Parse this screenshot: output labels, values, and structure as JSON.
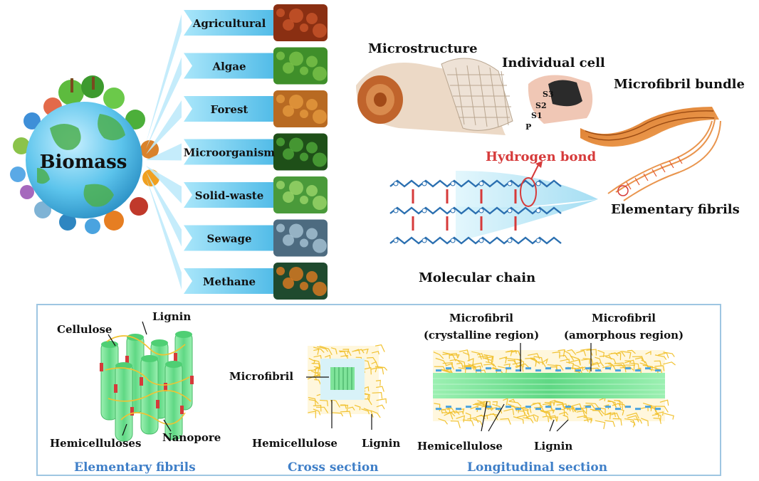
{
  "biomass": {
    "center_label": "Biomass",
    "sources": [
      "Agricultural",
      "Algae",
      "Forest",
      "Microorganism",
      "Solid-waste",
      "Sewage",
      "Methane"
    ]
  },
  "structure": {
    "microstructure": "Microstructure",
    "individual_cell": "Individual cell",
    "microfibril_bundle": "Microfibril bundle",
    "hydrogen_bond": "Hydrogen bond",
    "elementary_fibrils": "Elementary fibrils",
    "molecular_chain": "Molecular chain",
    "layer_s3": "S3",
    "layer_s2": "S2",
    "layer_s1": "S1",
    "layer_p": "P"
  },
  "panels": {
    "elementary": {
      "caption": "Elementary fibrils",
      "cellulose": "Cellulose",
      "lignin": "Lignin",
      "hemicelluloses": "Hemicelluloses",
      "nanopore": "Nanopore"
    },
    "cross": {
      "caption": "Cross section",
      "microfibril": "Microfibril",
      "hemicellulose": "Hemicellulose",
      "lignin": "Lignin"
    },
    "longitudinal": {
      "caption": "Longitudinal section",
      "crystalline_l1": "Microfibril",
      "crystalline_l2": "(crystalline region)",
      "amorphous_l1": "Microfibril",
      "amorphous_l2": "(amorphous region)",
      "hemicellulose": "Hemicellulose",
      "lignin": "Lignin"
    }
  },
  "colors": {
    "arrow_blue": "#57c8ee",
    "fibril_green": "#7fe49a",
    "caption_blue": "#3f7fc8",
    "frame_blue": "#9ec6e2",
    "bond_red": "#d63a3a",
    "lignin_yellow": "#f1c232"
  }
}
